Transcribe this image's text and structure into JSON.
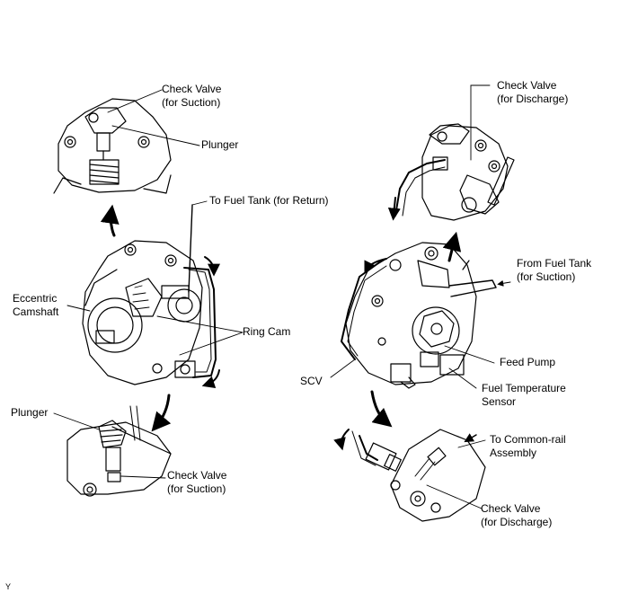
{
  "figure_id": "Y",
  "labels": {
    "check_valve_suction_top": [
      "Check Valve",
      "(for Suction)"
    ],
    "plunger_top": "Plunger",
    "to_fuel_tank_return": "To Fuel Tank (for Return)",
    "eccentric_camshaft": [
      "Eccentric",
      "Camshaft"
    ],
    "ring_cam": "Ring Cam",
    "plunger_bottom": "Plunger",
    "check_valve_suction_bottom": [
      "Check Valve",
      "(for Suction)"
    ],
    "check_valve_discharge_top": [
      "Check Valve",
      "(for Discharge)"
    ],
    "from_fuel_tank_suction": [
      "From Fuel Tank",
      "(for Suction)"
    ],
    "scv": "SCV",
    "feed_pump": "Feed Pump",
    "fuel_temperature_sensor": [
      "Fuel Temperature",
      "Sensor"
    ],
    "to_common_rail_assembly": [
      "To Common-rail",
      "Assembly"
    ],
    "check_valve_discharge_bottom": [
      "Check Valve",
      "(for Discharge)"
    ]
  },
  "colors": {
    "line": "#000000",
    "background": "#ffffff"
  }
}
